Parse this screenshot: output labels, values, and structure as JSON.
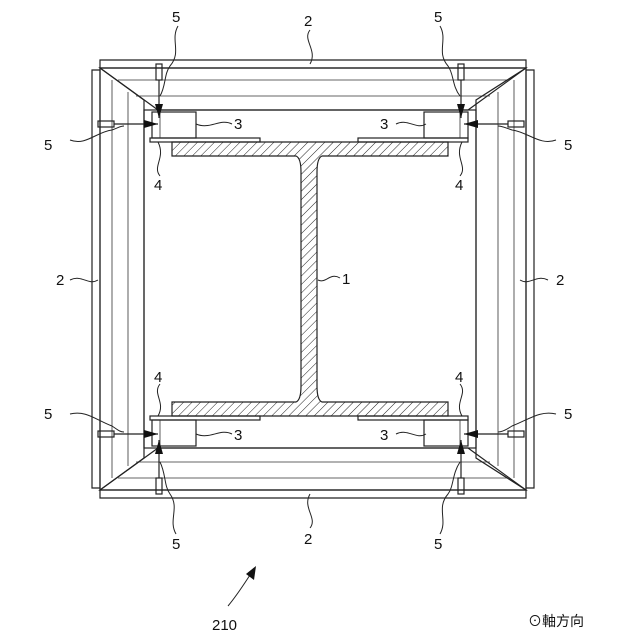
{
  "figure": {
    "figure_ref": "210",
    "axis_note": "⊙軸方向"
  },
  "callouts": {
    "steel_beam": "1",
    "panel": "2",
    "bracket": "3",
    "plate": "4",
    "fastener": "5"
  },
  "colors": {
    "line": "#222222",
    "hatch": "#222222",
    "background": "#ffffff"
  }
}
